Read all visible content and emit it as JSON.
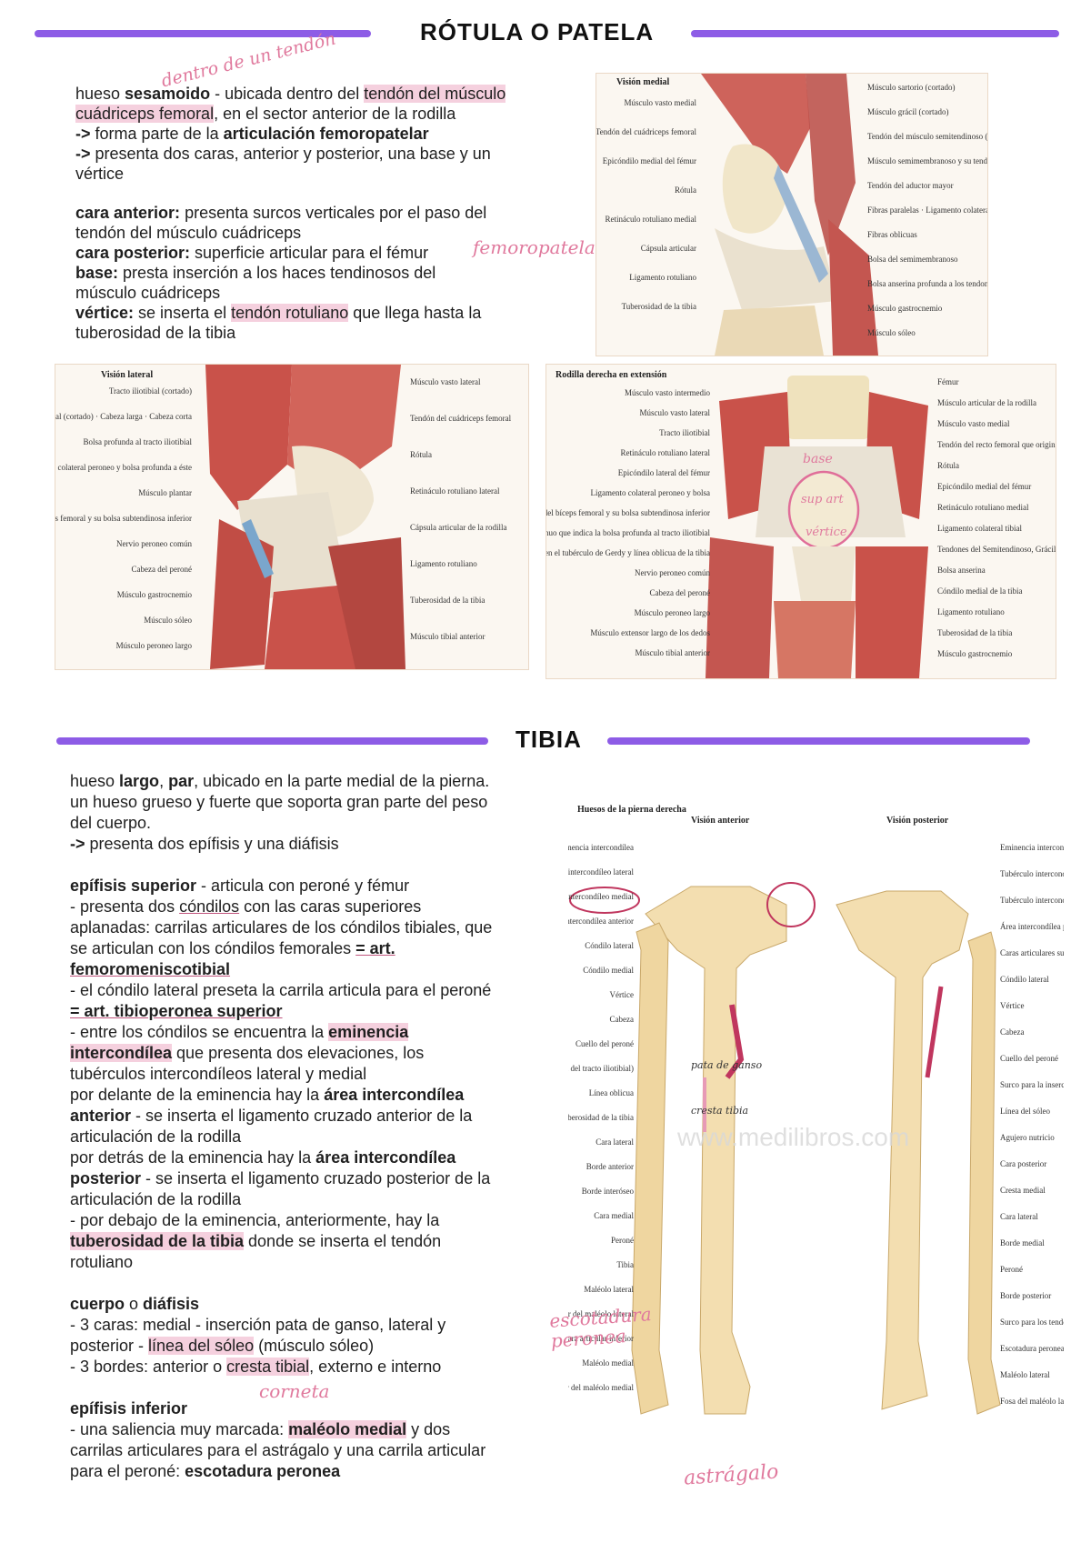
{
  "section1": {
    "title": "RÓTULA O PATELA",
    "lines": [
      {
        "parts": [
          [
            "hueso ",
            ""
          ],
          [
            "sesamoido",
            "b"
          ],
          [
            " - ubicada dentro del ",
            ""
          ],
          [
            "tendón del músculo",
            "hl"
          ]
        ]
      },
      {
        "parts": [
          [
            "cuádriceps femoral",
            "hl"
          ],
          [
            ", en el sector anterior de la rodilla",
            ""
          ]
        ]
      },
      {
        "parts": [
          [
            "-> ",
            "b"
          ],
          [
            "forma parte de la ",
            ""
          ],
          [
            "articulación femoropatelar",
            "b"
          ]
        ]
      },
      {
        "parts": [
          [
            "-> ",
            "b"
          ],
          [
            "presenta dos caras, anterior y posterior, una base y un",
            ""
          ]
        ]
      },
      {
        "parts": [
          [
            "vértice",
            ""
          ]
        ]
      },
      {
        "parts": [
          [
            "",
            ""
          ]
        ]
      },
      {
        "parts": [
          [
            "cara anterior:",
            "b"
          ],
          [
            " presenta surcos verticales por el paso del",
            ""
          ]
        ]
      },
      {
        "parts": [
          [
            "tendón del músculo cuádriceps",
            ""
          ]
        ]
      },
      {
        "parts": [
          [
            "cara posterior:",
            "b"
          ],
          [
            " superficie articular para el fémur",
            ""
          ]
        ]
      },
      {
        "parts": [
          [
            "base:",
            "b"
          ],
          [
            " presta inserción a los haces tendinosos del",
            ""
          ]
        ]
      },
      {
        "parts": [
          [
            "músculo cuádriceps",
            ""
          ]
        ]
      },
      {
        "parts": [
          [
            "vértice:",
            "b"
          ],
          [
            " se inserta el ",
            ""
          ],
          [
            "tendón rotuliano",
            "hl"
          ],
          [
            " que llega hasta la",
            ""
          ]
        ]
      },
      {
        "parts": [
          [
            "tuberosidad de la tibia",
            ""
          ]
        ]
      }
    ],
    "notes": [
      "dentro de un tendón",
      "femoropatelar"
    ],
    "fig_medial": {
      "title": "Visión medial",
      "left_labels": [
        "Músculo vasto medial",
        "Tendón del cuádriceps femoral",
        "Epicóndilo medial del fémur",
        "Rótula",
        "Retináculo rotuliano medial",
        "Cápsula articular",
        "Ligamento rotuliano",
        "Tuberosidad de la tibia"
      ],
      "right_labels": [
        "Músculo sartorio (cortado)",
        "Músculo grácil (cortado)",
        "Tendón del músculo semitendinoso (cortado)",
        "Músculo semimembranoso y su tendón",
        "Tendón del aductor mayor",
        "Fibras paralelas · Ligamento colateral tibial",
        "Fibras oblicuas",
        "Bolsa del semimembranoso",
        "Bolsa anserina profunda a los tendones del Semitendinoso, Grácil y Sartorio · Pata de ganso",
        "Músculo gastrocnemio",
        "Músculo sóleo"
      ]
    },
    "fig_lateral": {
      "title": "Visión lateral",
      "left_labels": [
        "Tracto iliotibial (cortado)",
        "Músculo bíceps femoral (cortado) · Cabeza larga · Cabeza corta",
        "Bolsa profunda al tracto iliotibial",
        "Ligamento colateral peroneo y bolsa profunda a éste",
        "Músculo plantar",
        "Tendón del bíceps femoral y su bolsa subtendinosa inferior",
        "Nervio peroneo común",
        "Cabeza del peroné",
        "Músculo gastrocnemio",
        "Músculo sóleo",
        "Músculo peroneo largo"
      ],
      "right_labels": [
        "Músculo vasto lateral",
        "Tendón del cuádriceps femoral",
        "Rótula",
        "Retináculo rotuliano lateral",
        "Cápsula articular de la rodilla",
        "Ligamento rotuliano",
        "Tuberosidad de la tibia",
        "Músculo tibial anterior"
      ]
    },
    "fig_extension": {
      "title": "Rodilla derecha en extensión",
      "left_labels": [
        "Músculo vasto intermedio",
        "Músculo vasto lateral",
        "Tracto iliotibial",
        "Retináculo rotuliano lateral",
        "Epicóndilo lateral del fémur",
        "Ligamento colateral peroneo y bolsa",
        "Tendón del bíceps femoral y su bolsa subtendinosa inferior",
        "Óvalo discontinuo que indica la bolsa profunda al tracto iliotibial",
        "Inserción del tracto iliotibial en el tubérculo de Gerdy y línea oblicua de la tibia",
        "Nervio peroneo común",
        "Cabeza del peroné",
        "Músculo peroneo largo",
        "Músculo extensor largo de los dedos",
        "Músculo tibial anterior"
      ],
      "right_labels": [
        "Fémur",
        "Músculo articular de la rodilla",
        "Músculo vasto medial",
        "Tendón del recto femoral que origina el Tendón del cuádriceps femoral",
        "Rótula",
        "Epicóndilo medial del fémur",
        "Retináculo rotuliano medial",
        "Ligamento colateral tibial",
        "Tendones del Semitendinoso, Grácil y Sartorio · Pata de ganso",
        "Bolsa anserina",
        "Cóndilo medial de la tibia",
        "Ligamento rotuliano",
        "Tuberosidad de la tibia",
        "Músculo gastrocnemio"
      ],
      "notes": [
        "base",
        "sup art",
        "vértice"
      ]
    }
  },
  "section2": {
    "title": "TIBIA",
    "lines": [
      {
        "parts": [
          [
            "hueso ",
            ""
          ],
          [
            "largo",
            "b"
          ],
          [
            ", ",
            ""
          ],
          [
            "par",
            "b"
          ],
          [
            ", ubicado en la parte medial de la pierna.",
            ""
          ]
        ]
      },
      {
        "parts": [
          [
            "un hueso grueso y fuerte que soporta gran parte del peso",
            ""
          ]
        ]
      },
      {
        "parts": [
          [
            "del cuerpo.",
            ""
          ]
        ]
      },
      {
        "parts": [
          [
            "-> ",
            "b"
          ],
          [
            "presenta dos epífisis y una diáfisis",
            ""
          ]
        ]
      },
      {
        "parts": [
          [
            "",
            ""
          ]
        ]
      },
      {
        "parts": [
          [
            "epífisis superior",
            "b"
          ],
          [
            " - articula con peroné y fémur",
            ""
          ]
        ]
      },
      {
        "parts": [
          [
            "- presenta dos ",
            ""
          ],
          [
            "cóndilos",
            "ul"
          ],
          [
            " con las caras superiores",
            ""
          ]
        ]
      },
      {
        "parts": [
          [
            "aplanadas: carrilas articulares de los cóndilos tibiales, que",
            ""
          ]
        ]
      },
      {
        "parts": [
          [
            "se articulan con los cóndilos femorales ",
            ""
          ],
          [
            "= art.",
            "b ul"
          ]
        ]
      },
      {
        "parts": [
          [
            "femoromeniscotibial",
            "b ul"
          ]
        ]
      },
      {
        "parts": [
          [
            "- el cóndilo lateral preseta la carrila articula para el peroné",
            ""
          ]
        ]
      },
      {
        "parts": [
          [
            "= art. tibioperonea superior",
            "b ul"
          ]
        ]
      },
      {
        "parts": [
          [
            "- entre los cóndilos se encuentra la ",
            ""
          ],
          [
            "eminencia",
            "b hl"
          ]
        ]
      },
      {
        "parts": [
          [
            "intercondílea",
            "b hl"
          ],
          [
            " que presenta dos elevaciones, los",
            ""
          ]
        ]
      },
      {
        "parts": [
          [
            "tubérculos intercondíleos lateral y medial",
            ""
          ]
        ]
      },
      {
        "parts": [
          [
            "por delante de la eminencia hay la ",
            ""
          ],
          [
            "área intercondílea",
            "b"
          ]
        ]
      },
      {
        "parts": [
          [
            "anterior",
            "b"
          ],
          [
            " - se inserta el ligamento cruzado anterior de la",
            ""
          ]
        ]
      },
      {
        "parts": [
          [
            "articulación de la rodilla",
            ""
          ]
        ]
      },
      {
        "parts": [
          [
            "por detrás de la eminencia hay la ",
            ""
          ],
          [
            "área intercondílea",
            "b"
          ]
        ]
      },
      {
        "parts": [
          [
            "posterior",
            "b"
          ],
          [
            " - se inserta el ligamento cruzado posterior de la",
            ""
          ]
        ]
      },
      {
        "parts": [
          [
            "articulación de la rodilla",
            ""
          ]
        ]
      },
      {
        "parts": [
          [
            "- por debajo de la eminencia, anteriormente, hay la",
            ""
          ]
        ]
      },
      {
        "parts": [
          [
            "tuberosidad de la tibia",
            "b hl"
          ],
          [
            " donde se inserta el tendón",
            ""
          ]
        ]
      },
      {
        "parts": [
          [
            "rotuliano",
            ""
          ]
        ]
      },
      {
        "parts": [
          [
            "",
            ""
          ]
        ]
      },
      {
        "parts": [
          [
            "cuerpo",
            "b"
          ],
          [
            " o ",
            ""
          ],
          [
            "diáfisis",
            "b"
          ]
        ]
      },
      {
        "parts": [
          [
            "- 3 caras: medial - inserción pata de ganso, lateral y",
            ""
          ]
        ]
      },
      {
        "parts": [
          [
            "posterior - ",
            ""
          ],
          [
            "línea del sóleo",
            "hl"
          ],
          [
            " (músculo sóleo)",
            ""
          ]
        ]
      },
      {
        "parts": [
          [
            "- 3 bordes: anterior o ",
            ""
          ],
          [
            "cresta tibial",
            "hl"
          ],
          [
            ", externo e interno",
            ""
          ]
        ]
      },
      {
        "parts": [
          [
            "",
            ""
          ]
        ]
      },
      {
        "parts": [
          [
            "epífisis inferior",
            "b"
          ]
        ]
      },
      {
        "parts": [
          [
            "- una saliencia muy marcada: ",
            ""
          ],
          [
            "maléolo medial",
            "b hl"
          ],
          [
            " y dos",
            ""
          ]
        ]
      },
      {
        "parts": [
          [
            "carrilas articulares para el astrágalo y una carrila articular",
            ""
          ]
        ]
      },
      {
        "parts": [
          [
            "para el peroné: ",
            ""
          ],
          [
            "escotadura peronea",
            "b"
          ]
        ]
      }
    ],
    "notes": [
      "corneta",
      "escotadura peronea",
      "astrágalo",
      "pata de ganso",
      "cresta tibia"
    ],
    "fig_bones": {
      "title": "Huesos de la pierna derecha",
      "sub_anterior": "Visión anterior",
      "sub_posterior": "Visión posterior",
      "watermark": "www.medilibros.com",
      "labels_anterior": [
        "Eminencia intercondílea",
        "Tubérculo intercondíleo lateral",
        "Tubérculo intercondíleo medial",
        "Área intercondílea anterior",
        "Cóndilo lateral",
        "Cóndilo medial",
        "Vértice",
        "Cabeza",
        "Cuello del peroné",
        "Tubérculo de Gerdy (inserción del tracto iliotibial)",
        "Línea oblicua",
        "Tuberosidad de la tibia",
        "Cara lateral",
        "Borde anterior",
        "Borde interóseo",
        "Cara medial",
        "Peroné",
        "Tibia",
        "Maléolo lateral",
        "Cara articular del maléolo lateral",
        "Cara articular inferior",
        "Maléolo medial",
        "Cara articular del maléolo medial"
      ],
      "labels_posterior": [
        "Eminencia intercondílea",
        "Tubérculo intercondíleo medial",
        "Tubérculo intercondíleo lateral",
        "Área intercondílea posterior",
        "Caras articulares superiores (carillas medial y lateral)",
        "Cóndilo lateral",
        "Vértice",
        "Cabeza",
        "Cuello del peroné",
        "Surco para la inserción del tendón del semimembranoso",
        "Línea del sóleo",
        "Agujero nutricio",
        "Cara posterior",
        "Cresta medial",
        "Cara lateral",
        "Borde medial",
        "Peroné",
        "Borde posterior",
        "Surco para los tendones del tibial posterior y flexor largo de los dedos",
        "Escotadura peronea",
        "Maléolo lateral",
        "Fosa del maléolo lateral"
      ]
    }
  },
  "colors": {
    "header_bar": "#8d5ce6",
    "highlight": "#e278a0",
    "annotation": "#e0799d",
    "bone": "#f3deb0",
    "muscle": "#c9524a",
    "tendon": "#e8e2d6"
  }
}
